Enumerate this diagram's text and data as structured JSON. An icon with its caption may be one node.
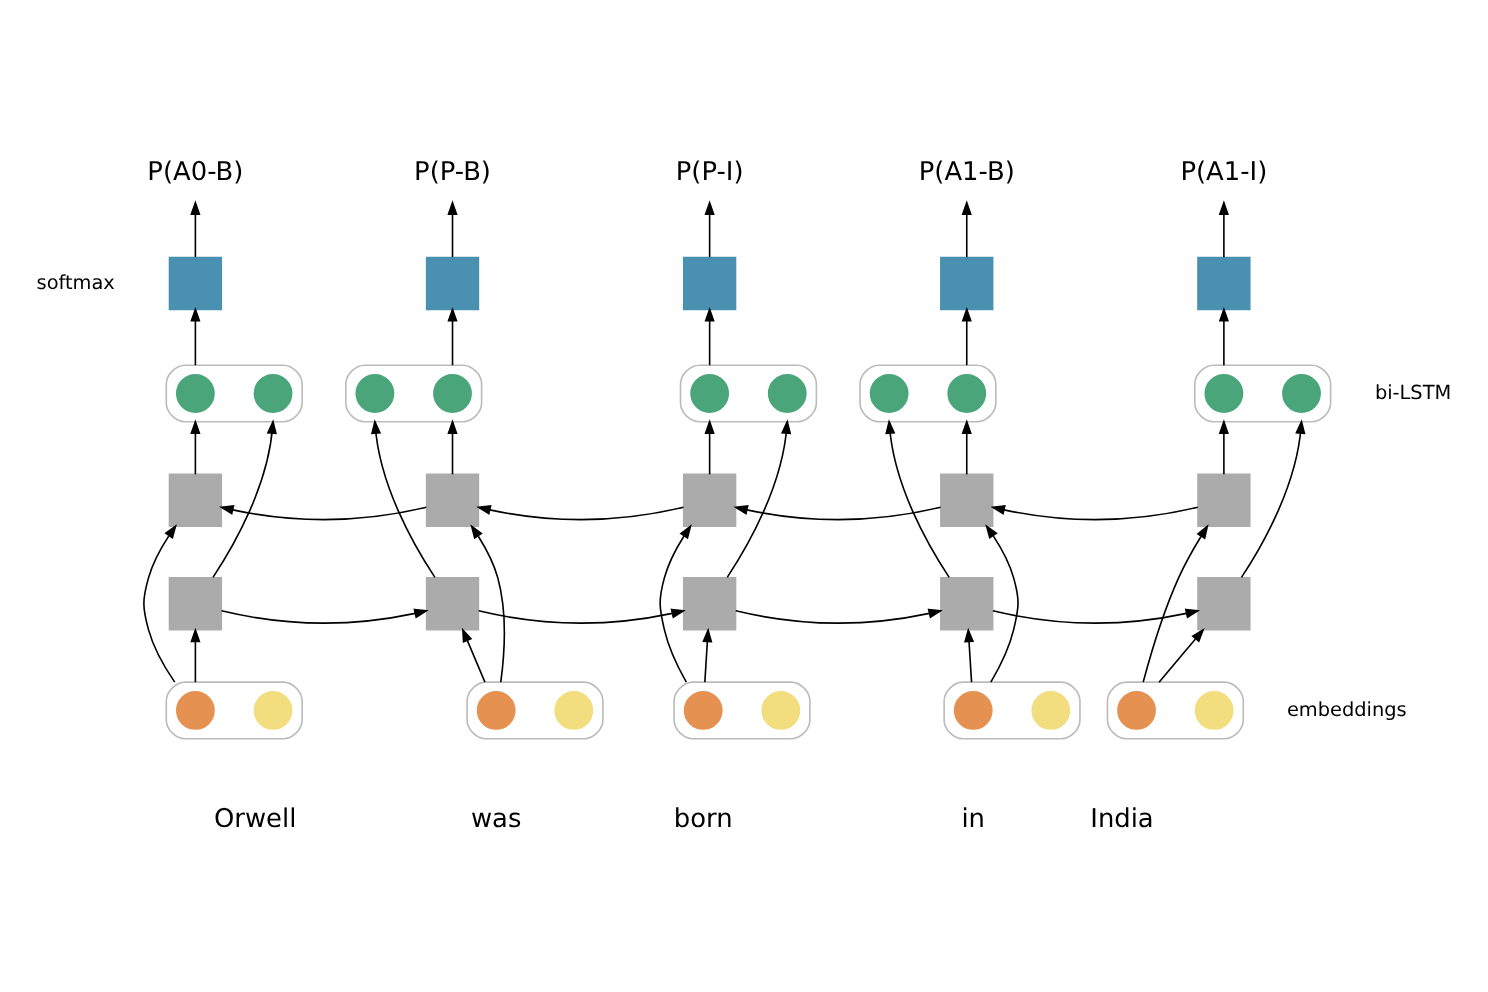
{
  "diagram": {
    "nodes": [
      {
        "text": [
          "P(A0-B)"
        ]
      },
      {
        "text": [],
        "shape": "box"
      },
      {
        "text": [],
        "shape": "box"
      },
      {
        "text": [],
        "shape": "circle",
        "in": 2
      },
      {
        "text": [],
        "shape": "circle",
        "in": 2
      },
      {
        "text": [],
        "shape": "box"
      },
      {
        "text": [],
        "shape": "box"
      },
      {
        "text": [],
        "shape": "box",
        "beside": [
          "Orwell"
        ]
      },
      {
        "text": [],
        "shape": "circle",
        "in": 7
      },
      {
        "text": [],
        "shape": "circle",
        "in": 7
      },
      {
        "text": [
          "P(P-B)"
        ]
      },
      {
        "text": [],
        "shape": "box"
      },
      {
        "text": [],
        "shape": "box"
      },
      {
        "text": [],
        "shape": "circle",
        "in": 12
      },
      {
        "text": [],
        "shape": "circle",
        "in": 12
      },
      {
        "text": [],
        "shape": "box"
      },
      {
        "text": [],
        "shape": "box"
      },
      {
        "text": [],
        "shape": "box",
        "beside": [
          "was"
        ]
      },
      {
        "text": [],
        "shape": "circle",
        "in": 17
      },
      {
        "text": [],
        "shape": "circle",
        "in": 17
      },
      {
        "text": [
          "P(P-I)"
        ]
      },
      {
        "text": [],
        "shape": "box"
      },
      {
        "text": [],
        "shape": "box"
      },
      {
        "text": [],
        "shape": "circle",
        "in": 22
      },
      {
        "text": [],
        "shape": "circle",
        "in": 22
      },
      {
        "text": [],
        "shape": "box"
      },
      {
        "text": [],
        "shape": "box"
      },
      {
        "text": [],
        "shape": "box",
        "beside": [
          "born"
        ]
      },
      {
        "text": [],
        "shape": "circle",
        "in": 27
      },
      {
        "text": [],
        "shape": "circle",
        "in": 27
      },
      {
        "text": [
          "P(A1-B)"
        ]
      },
      {
        "text": [],
        "shape": "box"
      },
      {
        "text": [],
        "shape": "box"
      },
      {
        "text": [],
        "shape": "circle",
        "in": 32
      },
      {
        "text": [],
        "shape": "circle",
        "in": 32
      },
      {
        "text": [],
        "shape": "box"
      },
      {
        "text": [],
        "shape": "box"
      },
      {
        "text": [],
        "shape": "box",
        "beside": [
          "in"
        ]
      },
      {
        "text": [],
        "shape": "circle",
        "in": 37
      },
      {
        "text": [],
        "shape": "circle",
        "in": 37
      },
      {
        "text": [
          "P(A1-I)"
        ]
      },
      {
        "text": [],
        "shape": "box"
      },
      {
        "text": [],
        "shape": "box"
      },
      {
        "text": [],
        "shape": "circle",
        "in": 42
      },
      {
        "text": [],
        "shape": "circle",
        "in": 42
      },
      {
        "text": [],
        "shape": "box"
      },
      {
        "text": [],
        "shape": "box"
      },
      {
        "text": [],
        "shape": "box",
        "beside": [
          "India"
        ]
      },
      {
        "text": [],
        "shape": "circle",
        "in": 47
      },
      {
        "text": [],
        "shape": "circle",
        "in": 47
      }
    ],
    "edges": [
      {
        "from": 7,
        "to": 6,
        "arrow": "to"
      },
      {
        "from": 7,
        "to": 5,
        "arrow": "to"
      },
      {
        "from": 6,
        "to": 2,
        "arrow": "to"
      },
      {
        "from": 5,
        "to": 2,
        "arrow": "to"
      },
      {
        "from": 2,
        "to": 1,
        "arrow": "to"
      },
      {
        "from": 1,
        "to": 0,
        "arrow": "to"
      },
      {
        "from": 17,
        "to": 16,
        "arrow": "to"
      },
      {
        "from": 17,
        "to": 15,
        "arrow": "to"
      },
      {
        "from": 16,
        "to": 12,
        "arrow": "to"
      },
      {
        "from": 15,
        "to": 12,
        "arrow": "to"
      },
      {
        "from": 12,
        "to": 11,
        "arrow": "to"
      },
      {
        "from": 11,
        "to": 10,
        "arrow": "to"
      },
      {
        "from": 27,
        "to": 26,
        "arrow": "to"
      },
      {
        "from": 27,
        "to": 25,
        "arrow": "to"
      },
      {
        "from": 26,
        "to": 22,
        "arrow": "to"
      },
      {
        "from": 25,
        "to": 22,
        "arrow": "to"
      },
      {
        "from": 22,
        "to": 21,
        "arrow": "to"
      },
      {
        "from": 21,
        "to": 20,
        "arrow": "to"
      },
      {
        "from": 37,
        "to": 36,
        "arrow": "to"
      },
      {
        "from": 37,
        "to": 35,
        "arrow": "to"
      },
      {
        "from": 36,
        "to": 32,
        "arrow": "to"
      },
      {
        "from": 35,
        "to": 32,
        "arrow": "to"
      },
      {
        "from": 32,
        "to": 31,
        "arrow": "to"
      },
      {
        "from": 31,
        "to": 30,
        "arrow": "to"
      },
      {
        "from": 47,
        "to": 46,
        "arrow": "to"
      },
      {
        "from": 47,
        "to": 45,
        "arrow": "to"
      },
      {
        "from": 46,
        "to": 42,
        "arrow": "to"
      },
      {
        "from": 45,
        "to": 42,
        "arrow": "to"
      },
      {
        "from": 42,
        "to": 41,
        "arrow": "to"
      },
      {
        "from": 41,
        "to": 40,
        "arrow": "to"
      },
      {
        "from": 6,
        "to": 16,
        "arrow": "to"
      },
      {
        "from": 16,
        "to": 26,
        "arrow": "to"
      },
      {
        "from": 26,
        "to": 36,
        "arrow": "to"
      },
      {
        "from": 36,
        "to": 46,
        "arrow": "to"
      },
      {
        "from": 45,
        "to": 35,
        "arrow": "to"
      },
      {
        "from": 35,
        "to": 25,
        "arrow": "to"
      },
      {
        "from": 25,
        "to": 15,
        "arrow": "to"
      },
      {
        "from": 15,
        "to": 5,
        "arrow": "to"
      }
    ],
    "labels": [
      "softmax",
      "bi-LSTM",
      "embeddings"
    ]
  }
}
